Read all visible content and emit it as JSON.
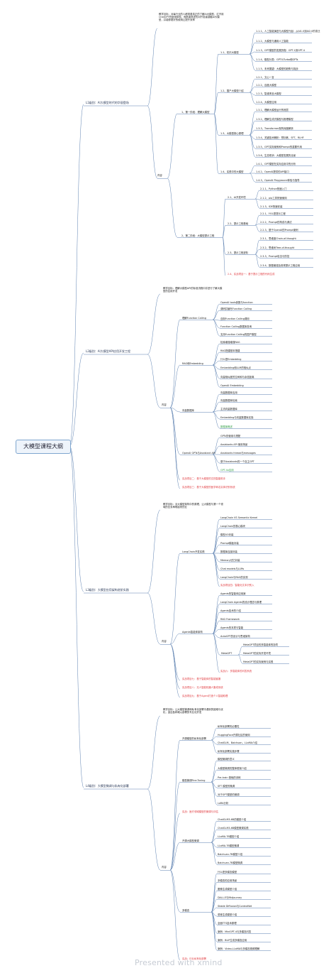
{
  "title": "大模型课程大纲",
  "sections": [
    {
      "label": "L1级别：AI大模型时代的华丽登场",
      "intro": "教学目标：对每行业的人都带着真正的了解AI大模型，过不用ChatGPT的使用体验，而着重简述的对开发者感触AI大模型，并能够更好的使用让提升效率",
      "content_label": "内容",
      "stages": [
        {
          "label": "1、第一阶段：理解大模型",
          "groups": [
            {
              "label": "1.1、初识大模型",
              "items": [
                "1.1.1、人工智能演进与大模型兴起：从AI1.0到AI2.0的变迁",
                "1.1.2、大模型与通用人工智能",
                "1.1.3、GPT模型的发展历程：GPT-1到GPT-4",
                "1.1.4、模型分类：GPTX-Turbo和GPTs",
                "1.1.5、未来展望：大模型的趋势与挑战"
              ]
            },
            {
              "label": "1.2、国产大模型介绍",
              "items": [
                "1.2.1、文心一言",
                "1.2.2、百度大模型",
                "1.2.3、智谱清言大模型",
                "1.2.4、大模型应用"
              ]
            },
            {
              "label": "1.3、大模型核心原理",
              "items": [
                "1.3.1、理解大模型运行的底层",
                "1.3.2、理解生成式模型与推理模型",
                "1.3.3、Transformer架构深度解析",
                "1.3.4、关键技术解析：预训练、SFT、RLHF",
                "1.3.5、GPT实际案例和Prompt的重要作用",
                "1.3.6、生态现状：大模型发展的全景"
              ]
            },
            {
              "label": "1.4、实践中的大模型",
              "items": [
                "1.4.1、GPT模型在实际应用中的分析",
                "1.4.2、OpenAI提供的API接口",
                "1.4.3、OpenAI Playground体验与指导"
              ]
            }
          ]
        },
        {
          "label": "2、第二阶段：大模型提示工程",
          "groups": [
            {
              "label": "2.1、AI开发环境",
              "items": [
                "2.1.1、Python快速入门",
                "2.1.2、pip工具快速使用",
                "2.1.3、IDE快速安装"
              ]
            },
            {
              "label": "2.2、提示工程基础",
              "items": [
                "2.2.1、什么是提示工程",
                "2.2.2、Prompt的构成与调试",
                "2.2.3、基于OpenAI的Prompt案例"
              ]
            },
            {
              "label": "2.3、提示工程进阶",
              "items": [
                "2.3.1、思维链Chain-of-thought",
                "2.3.2、思维树Tree-of-thought",
                "2.3.3、Prompt攻击与防范",
                "2.3.4、数据增强及常规提示工程应用"
              ]
            }
          ],
          "extra": "2.4、实战项目一：基于提示工程的代码生成"
        }
      ]
    },
    {
      "label": "L2级别：AI大模型API应用开发工程",
      "intro": "教学目标：理解大模型API的标准流程中并进行了解大模型的应用开发",
      "content_label": "内容",
      "groups": [
        {
          "label": "理解Function Calling",
          "items": [
            "OpenAI tools参数与function",
            "调研并编写Function Calling",
            "自制Function Calling调用",
            "Function Calling数据库查询",
            "支持Function Calling的国产模型"
          ]
        },
        {
          "label": "RAG和Embedding",
          "items": [
            "检索增强增强RAG",
            "RAG搭建基本搭建",
            "什么是Embedding",
            "Embedding和LLM的相似点",
            "向量相似度的空间和与余弦距离",
            "OpenAI Embedding"
          ]
        },
        {
          "label": "向量数据库",
          "items": [
            "向量数据库应用",
            "向量数据库检索",
            "主流向量数据库",
            "Embedding与向量数据库实操",
            "数据库概述"
          ]
        },
        {
          "label": "OpenAI GPTs与Assistant API",
          "items": [
            "GPTs的使用与搭配",
            "Assistants API 使用场景",
            "Assistants thread与messages",
            "基于Assistants的一个自主GPT",
            "GPT-4o应用"
          ]
        }
      ],
      "projects": [
        "实战项目二：基于大模型的文档智能助手",
        "实战项目三：基于大模型的医学命名实体识别系统"
      ]
    },
    {
      "label": "L3级别：大模型应用架构进阶实践",
      "intro": "教学目标：对大模型架构中的原理、让大模型与第一个领域的业务串联起来的业",
      "content_label": "内容",
      "groups": [
        {
          "label": "LangChain开发实践",
          "items": [
            "LangChain VS Semantic Kernel",
            "LangChain的核心模块",
            "模型I/O封装",
            "Prompt模板封装",
            "数据库连接封装",
            "Memory记忆封装",
            "Chat models与LLMs",
            "LangChain与RAG的实现"
          ],
          "project": "实战项目四：智能化文本识别入"
        },
        {
          "label": "Agents智能体架构",
          "items": [
            "Agents的智能体应用案",
            "LangChain Agents的设计理念与原理",
            "Agents技术的介绍",
            "RAG Framework",
            "Agents的本质与智能",
            "AutoGPT的设计与思维架构"
          ],
          "sub": {
            "label": "MetaGPT",
            "items": [
              "MetaGPT项目的多智能体的协同",
              "MetaGPT的实际开发环境",
              "MetaGPT的实际案例与实践"
            ]
          },
          "project": "实战六：多智能体的问答系统"
        }
      ],
      "projects": [
        "实战项目七：基于智能体的智能客服",
        "实战项目八：无人智能机器人集成系统",
        "实战项目九：基于Agent打造个人智能助理"
      ]
    },
    {
      "label": "L4级别：大模型微调与私有化部署",
      "intro": "教学目标：让大模型微调和私有化部署中遇到的困难与优化，适应各种难以部署的专业化开发",
      "content_label": "内容",
      "groups": [
        {
          "label": "开源模型的私有化部署",
          "items": [
            "私有化部署的必要性",
            "HuggingFace开源社区的使用",
            "ChatGLM、Baichuan、LLaMA介绍",
            "私有化部署实施步骤"
          ]
        },
        {
          "label": "模型微调Fine-Tuning",
          "items": [
            "模型微调的意义",
            "大模型微调的整体框架介绍",
            "Pre-train 基础的训练",
            "SFT 模型的微调",
            "对于GPT模型的微调",
            "LoRA分析"
          ]
        },
        {
          "label": "开源大模型微调",
          "items": [
            "ChatGLM3-6B的模型介绍",
            "ChatGLM3-6B模型微调实践",
            "LLaMA-7B模型介绍",
            "LLaMA-7B模型微调",
            "Baichuan-7B模型介绍",
            "Baichuan-7B模型微调"
          ]
        },
        {
          "label": "多模态",
          "items": [
            "什么是多模态模型",
            "多模态的应用场景",
            "图像生成模型介绍",
            "DALL-E与Midjourney",
            "Stable Diffusion与ControlNet",
            "语音生成模型介绍",
            "全面TTS技术原理",
            "案例：MiniGPT-4与多模态问答",
            "案例：BLIP生成多模态应用",
            "案例：Video-LLaMA与多模态视频理解"
          ]
        }
      ],
      "before_multi": "实战：医疗领域模型的微调与评估",
      "projects": [
        "实战：行业私有化部署"
      ]
    }
  ],
  "watermark": "Presented with xmind"
}
